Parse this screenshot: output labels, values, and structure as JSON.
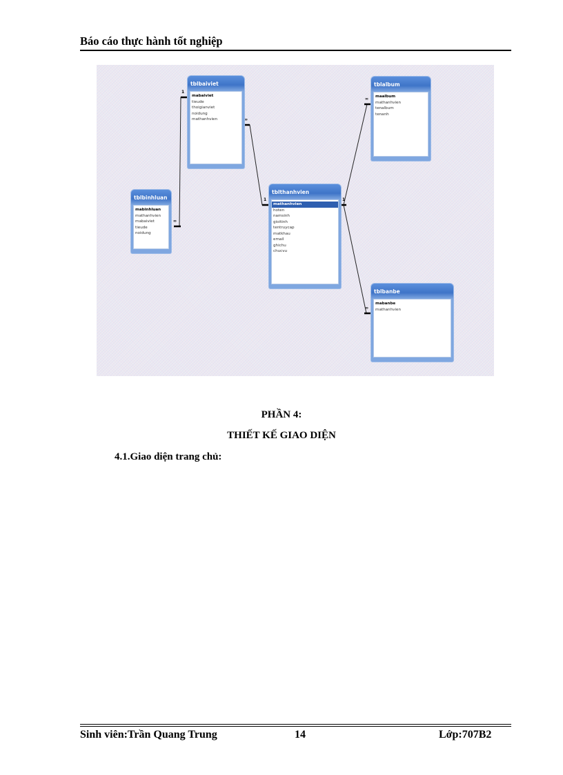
{
  "header": {
    "title": "Báo cáo thực hành tốt nghiệp"
  },
  "diagram": {
    "tables": [
      {
        "name": "tblbaiviet",
        "fields": [
          "mabaiviet",
          "tieude",
          "thoigianviet",
          "noidung",
          "mathanhvien"
        ]
      },
      {
        "name": "tblbinhluan",
        "fields": [
          "mabinhluan",
          "mathanhvien",
          "mabaiviet",
          "tieude",
          "noidung"
        ]
      },
      {
        "name": "tblthanhvien",
        "fields": [
          "mathanhvien",
          "hoten",
          "namsinh",
          "gioitinh",
          "tentruycap",
          "matkhau",
          "email",
          "ghichu",
          "chucvu"
        ]
      },
      {
        "name": "tblalbum",
        "fields": [
          "maalbum",
          "mathanhvien",
          "tenalbum",
          "tenanh"
        ]
      },
      {
        "name": "tblbanbe",
        "fields": [
          "mabanbe",
          "mathanhvien"
        ]
      }
    ],
    "cardinality": {
      "one": "1",
      "many": "∞"
    }
  },
  "section": {
    "part": "PHẦN 4:",
    "title": "THIẾT KẾ GIAO DIỆN",
    "subsection": "4.1.Giao diện trang chủ:"
  },
  "footer": {
    "student": "Sinh viên:Trần Quang Trung",
    "page": "14",
    "class": "Lớp:707B2"
  }
}
